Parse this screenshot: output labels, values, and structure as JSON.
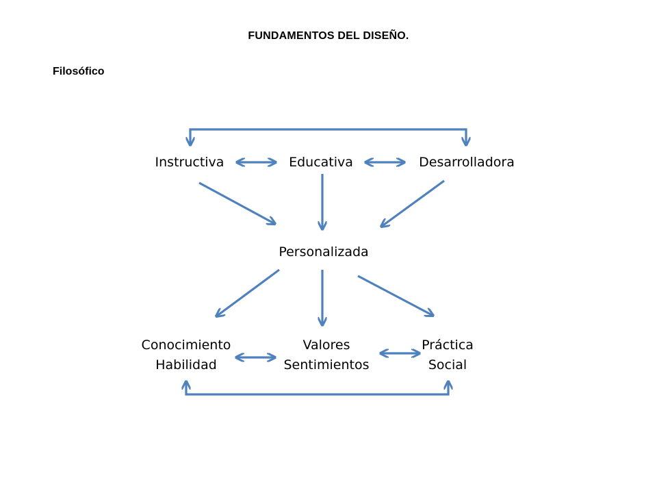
{
  "page": {
    "title": "FUNDAMENTOS DEL DISEÑO.",
    "section": "Filosófico"
  },
  "diagram": {
    "arrow_color": "#4F81BD",
    "nodes": {
      "instructiva": "Instructiva",
      "educativa": "Educativa",
      "desarrolladora": "Desarrolladora",
      "personalizada": "Personalizada",
      "conocimiento_line1": "Conocimiento",
      "conocimiento_line2": "Habilidad",
      "valores_line1": "Valores",
      "valores_line2": "Sentimientos",
      "practica_line1": "Práctica",
      "practica_line2": "Social"
    }
  }
}
